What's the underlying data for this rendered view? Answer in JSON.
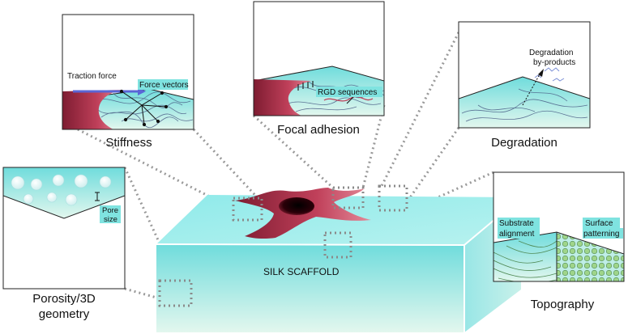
{
  "center": {
    "scaffold_label": "SILK SCAFFOLD"
  },
  "panels": {
    "stiffness": {
      "caption": "Stiffness",
      "traction_label": "Traction force",
      "vectors_label": "Force vectors"
    },
    "focal_adhesion": {
      "caption": "Focal adhesion",
      "rgd_label": "RGD sequences"
    },
    "degradation": {
      "caption": "Degradation",
      "byproducts_line1": "Degradation",
      "byproducts_line2": "by-products"
    },
    "porosity": {
      "caption_line1": "Porosity/3D",
      "caption_line2": "geometry",
      "pore_line1": "Pore",
      "pore_line2": "size"
    },
    "topography": {
      "caption": "Topography",
      "alignment_line1": "Substrate",
      "alignment_line2": "alignment",
      "patterning_line1": "Surface",
      "patterning_line2": "patterning"
    }
  },
  "colors": {
    "cyan_light": "#b8f0ee",
    "cyan": "#7fe3e0",
    "cell_red": "#b8364e",
    "fiber": "#4a5e86",
    "connector": "#999999"
  }
}
